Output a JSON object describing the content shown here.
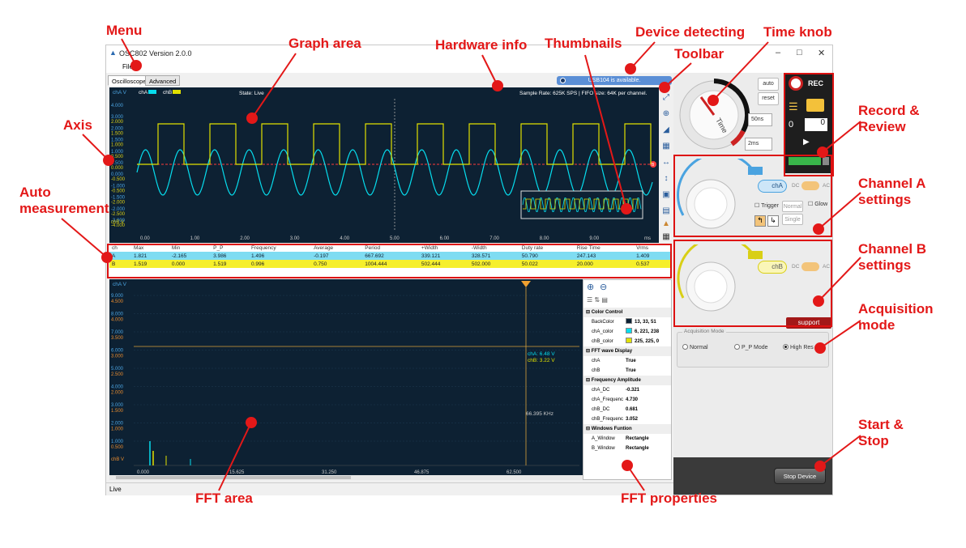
{
  "window": {
    "title": "OSC802  Version 2.0.0",
    "menu_file": "File",
    "tabs": [
      "Oscilloscope",
      "Advanced"
    ],
    "usb_status": "USB104  is available.",
    "status_bar": "Live"
  },
  "graph": {
    "axis_label_a": "chA V",
    "axis_label_b": "chB V",
    "legend_a": "chA",
    "legend_b": "chB",
    "state": "State: Live",
    "hw_info": "Sample Rate: 625K SPS  |  FIFO size: 64K per channel.",
    "y_ticks": [
      {
        "a": "4.000",
        "b": ""
      },
      {
        "a": "3.000",
        "b": "2.000"
      },
      {
        "a": "2.000",
        "b": "1.500"
      },
      {
        "a": "1.500",
        "b": "1.000"
      },
      {
        "a": "1.000",
        "b": "0.500"
      },
      {
        "a": "0.500",
        "b": "0.000"
      },
      {
        "a": "0.000",
        "b": "-0.500"
      },
      {
        "a": "-1.000",
        "b": "-0.500"
      },
      {
        "a": "-1.500",
        "b": "-2.000"
      },
      {
        "a": "-2.000",
        "b": "-2.500"
      },
      {
        "a": "-3.000",
        "b": "-4.000"
      }
    ],
    "x_ticks": [
      "0.00",
      "1.00",
      "2.00",
      "3.00",
      "4.00",
      "5.00",
      "6.00",
      "7.00",
      "8.00",
      "9.00"
    ],
    "x_unit": "ms",
    "trigger_marker": "B"
  },
  "measurement": {
    "headers": [
      "ch",
      "Max",
      "Min",
      "P_P",
      "Frequency",
      "Average",
      "Period",
      "+Width",
      "-Width",
      "Duty rate",
      "Rise Time",
      "Vrms"
    ],
    "rows": [
      [
        "A",
        "1.821",
        "-2.165",
        "3.986",
        "1.496",
        "-0.197",
        "667.692",
        "339.121",
        "328.571",
        "50.790",
        "247.143",
        "1.409"
      ],
      [
        "B",
        "1.519",
        "0.000",
        "1.519",
        "0.996",
        "0.750",
        "1004.444",
        "502.444",
        "502.000",
        "50.022",
        "20.000",
        "0.537"
      ]
    ]
  },
  "fft": {
    "axis_label_a": "chA V",
    "axis_label_b": "chB V",
    "y_ticks": [
      {
        "a": "9.000",
        "b": "4.500"
      },
      {
        "a": "8.000",
        "b": "4.000"
      },
      {
        "a": "7.000",
        "b": "3.500"
      },
      {
        "a": "6.000",
        "b": "3.000"
      },
      {
        "a": "5.000",
        "b": "2.500"
      },
      {
        "a": "4.000",
        "b": "2.000"
      },
      {
        "a": "3.000",
        "b": "1.500"
      },
      {
        "a": "2.000",
        "b": "1.000"
      },
      {
        "a": "1.000",
        "b": "0.500"
      }
    ],
    "x_ticks": [
      "0.000",
      "15.625",
      "31.250",
      "46.875",
      "62.500"
    ],
    "cursor_a": "chA: 6.48 V",
    "cursor_b": "chB: 3.22 V",
    "cursor_freq": "66.395 KHz"
  },
  "fft_props": {
    "items": [
      {
        "cat": true,
        "k": "Color Control",
        "v": ""
      },
      {
        "cat": false,
        "k": "BackColor",
        "v": "13, 33, 51",
        "swatch": "#0d2133"
      },
      {
        "cat": false,
        "k": "chA_color",
        "v": "6, 221, 238",
        "swatch": "#06ddee"
      },
      {
        "cat": false,
        "k": "chB_color",
        "v": "225, 225, 0",
        "swatch": "#e1e100"
      },
      {
        "cat": true,
        "k": "FFT wave Display",
        "v": ""
      },
      {
        "cat": false,
        "k": "chA",
        "v": "True"
      },
      {
        "cat": false,
        "k": "chB",
        "v": "True"
      },
      {
        "cat": true,
        "k": "Frequency  Amplitude",
        "v": ""
      },
      {
        "cat": false,
        "k": "chA_DC",
        "v": "-0.321"
      },
      {
        "cat": false,
        "k": "chA_Frequenc",
        "v": "4.730"
      },
      {
        "cat": false,
        "k": "chB_DC",
        "v": "0.681"
      },
      {
        "cat": false,
        "k": "chB_Frequenc",
        "v": "3.052"
      },
      {
        "cat": true,
        "k": "Windows Funtion",
        "v": ""
      },
      {
        "cat": false,
        "k": "A_Window",
        "v": "Rectangle"
      },
      {
        "cat": false,
        "k": "B_Window",
        "v": "Rectangle"
      }
    ]
  },
  "right_panel": {
    "time_auto": "auto",
    "time_reset": "reset",
    "time_div": "50ns",
    "time_scale": "2ms",
    "rec": "REC",
    "rec_counter_a": "0",
    "rec_counter_b": "0",
    "cha_toggle": "chA",
    "chb_toggle": "chB",
    "dc": "DC",
    "ac": "AC",
    "trigger": "Trigger",
    "normal": "Normal",
    "single": "Single",
    "glow": "Glow",
    "support": "support",
    "acq_title": "Acquisition Mode",
    "acq_normal": "Normal",
    "acq_pp": "P_P Mode",
    "acq_hires": "High Res",
    "stop": "Stop Device"
  },
  "labels": {
    "menu": "Menu",
    "graph_area": "Graph area",
    "hardware_info": "Hardware info",
    "thumbnails": "Thumbnails",
    "device_detecting": "Device detecting",
    "time_knob": "Time knob",
    "toolbar": "Toolbar",
    "record_review_1": "Record &",
    "record_review_2": "Review",
    "axis": "Axis",
    "auto_meas_1": "Auto",
    "auto_meas_2": "measurement",
    "channel_a_1": "Channel A",
    "channel_a_2": "settings",
    "channel_b_1": "Channel B",
    "channel_b_2": "settings",
    "acq_1": "Acquisition",
    "acq_2": "mode",
    "start_stop_1": "Start &",
    "start_stop_2": "Stop",
    "fft_area": "FFT area",
    "fft_properties": "FFT properties"
  },
  "colors": {
    "annotation_red": "#e31818",
    "plot_bg": "#0d2133",
    "cha": "#06ddee",
    "chb": "#e1e100"
  }
}
